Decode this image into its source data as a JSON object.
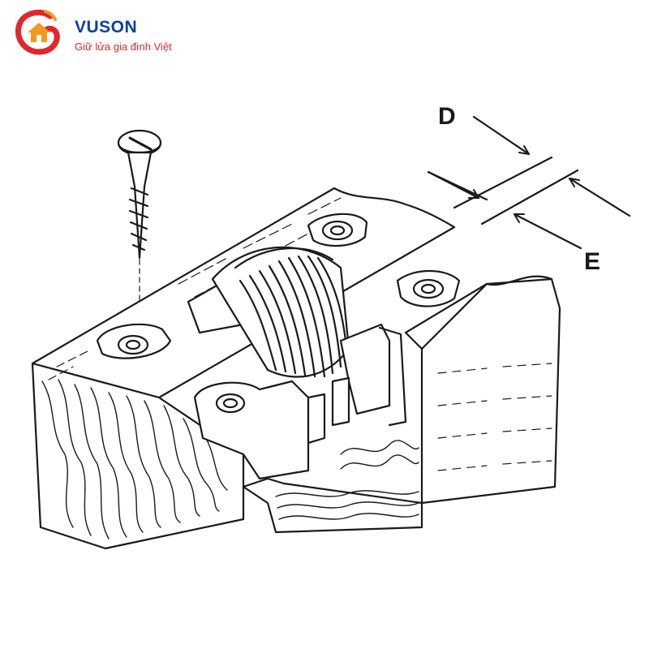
{
  "brand": {
    "name": "VUSON",
    "tagline": "Giữ lửa gia đình Việt",
    "colors": {
      "primary": "#0d3f9e",
      "accent": "#e3262b",
      "logo_orange": "#f39a1e"
    }
  },
  "diagram": {
    "labels": {
      "d": "D",
      "e": "E"
    },
    "line_color": "#1a1a1a"
  }
}
